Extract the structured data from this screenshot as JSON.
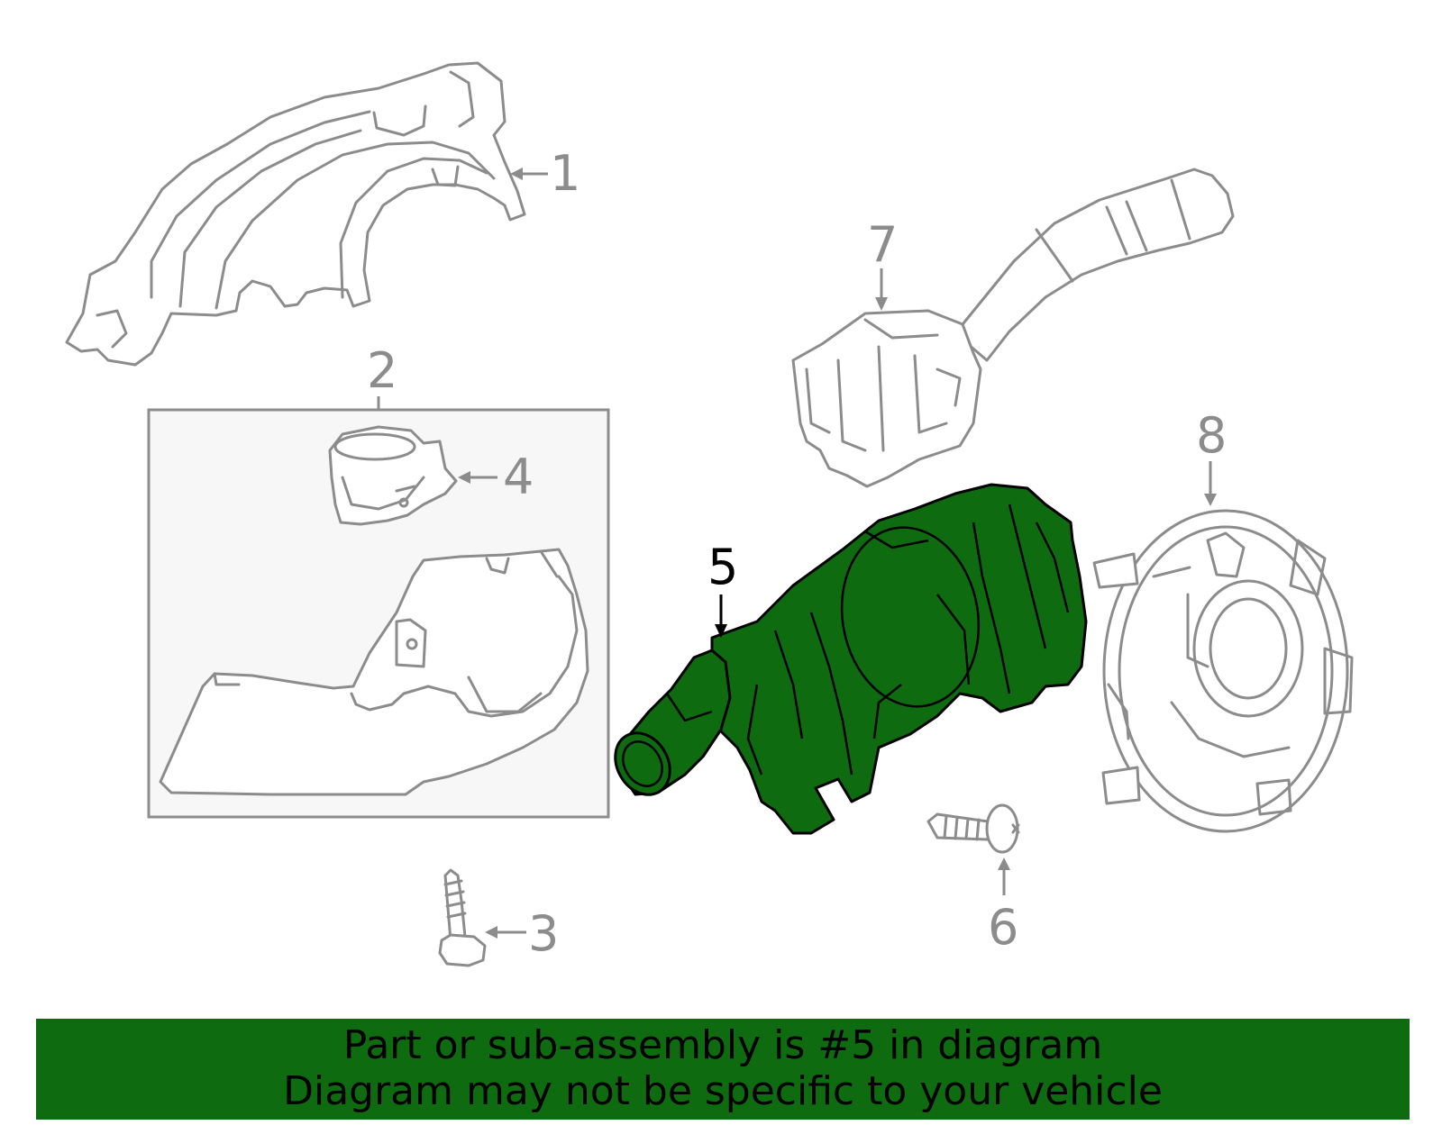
{
  "callouts": [
    {
      "label": "1"
    },
    {
      "label": "2"
    },
    {
      "label": "3"
    },
    {
      "label": "4"
    },
    {
      "label": "5"
    },
    {
      "label": "6"
    },
    {
      "label": "7"
    },
    {
      "label": "8"
    }
  ],
  "highlighted_part": "5",
  "colors": {
    "highlight": "#0f6b0f",
    "outline": "#8c8c8c",
    "inset_background": "#f7f7f7"
  },
  "banner": {
    "line1": "Part or sub-assembly is #5 in diagram",
    "line2": "Diagram may not be specific to your vehicle"
  }
}
